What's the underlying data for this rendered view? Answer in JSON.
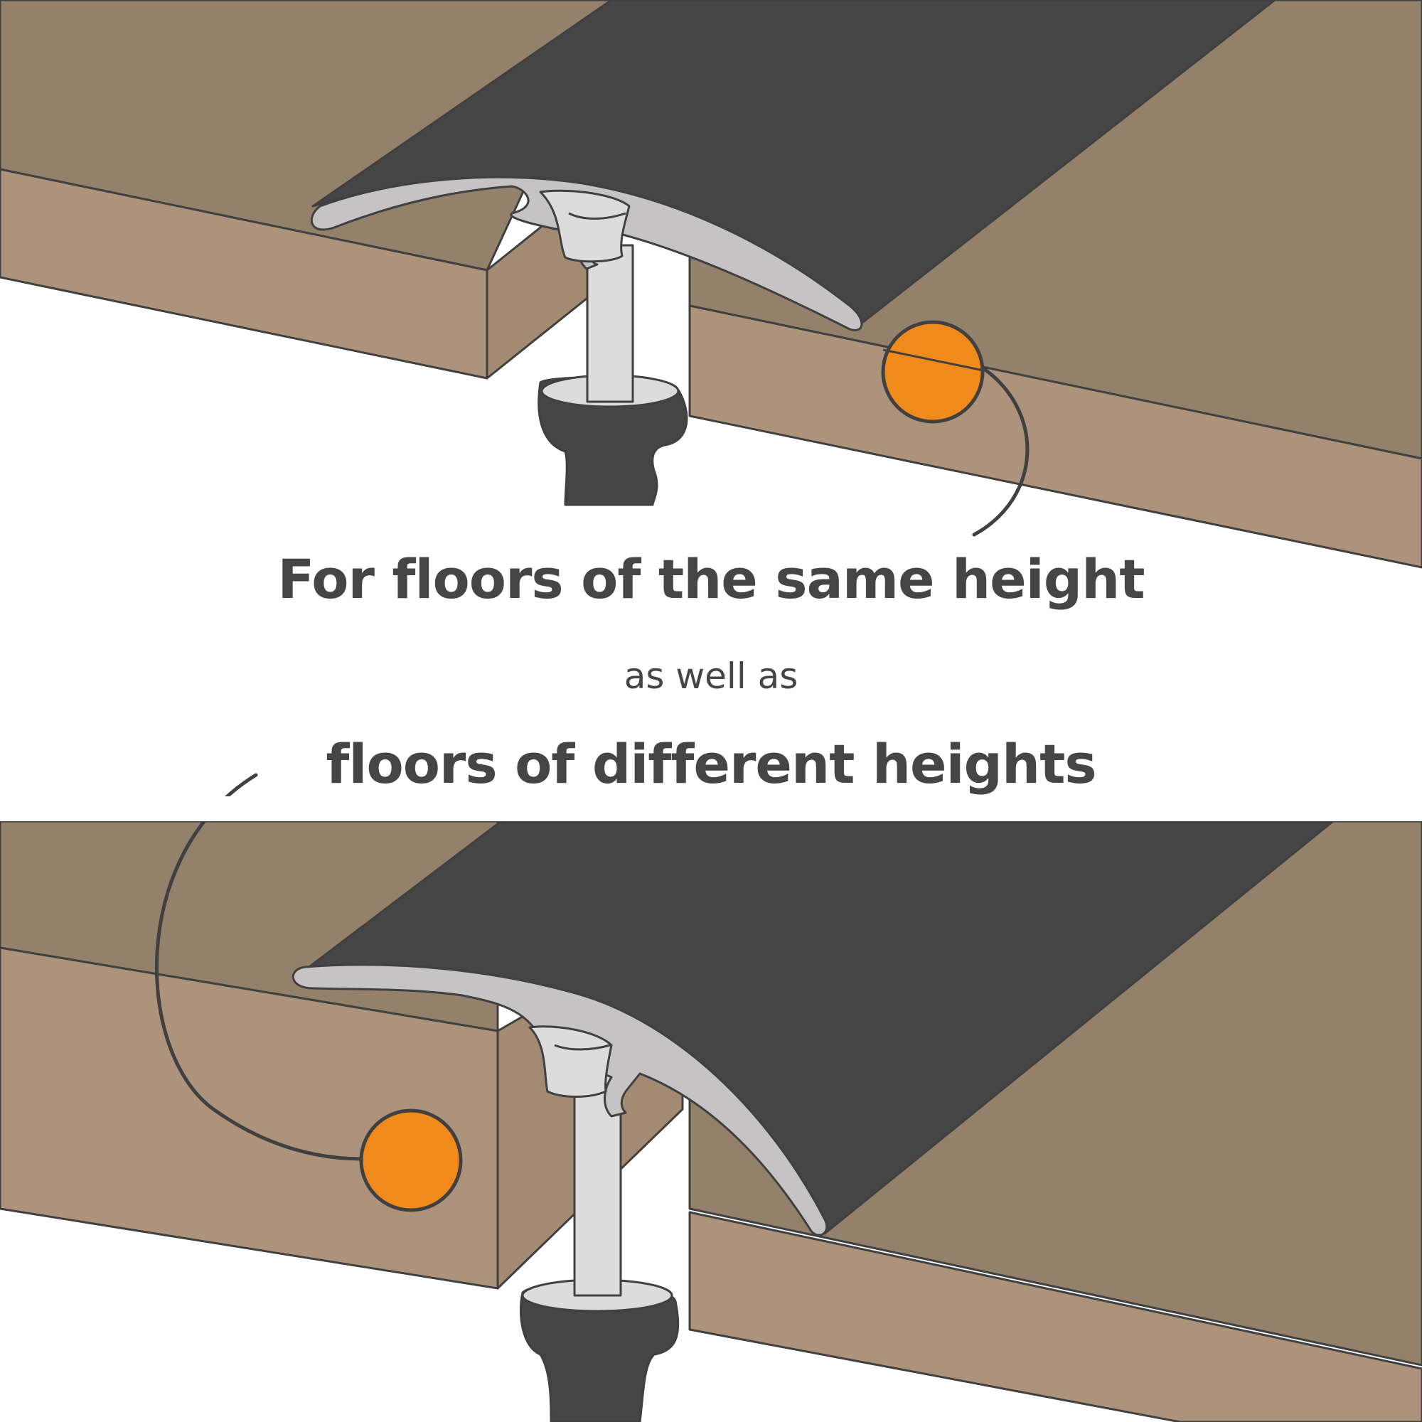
{
  "heading_top": "For floors of the same height",
  "connector": "as well as",
  "heading_bottom": "floors of different heights",
  "colors": {
    "floor_top": "#94816B",
    "floor_side": "#AD937B",
    "profile_dark": "#454545",
    "profile_light": "#C5C3C4",
    "screw": "#DCDCDD",
    "accent": "#F08A1A",
    "outline": "#404040"
  },
  "icons": [
    "transition-profile",
    "screw-anchor",
    "highlight-dot"
  ]
}
